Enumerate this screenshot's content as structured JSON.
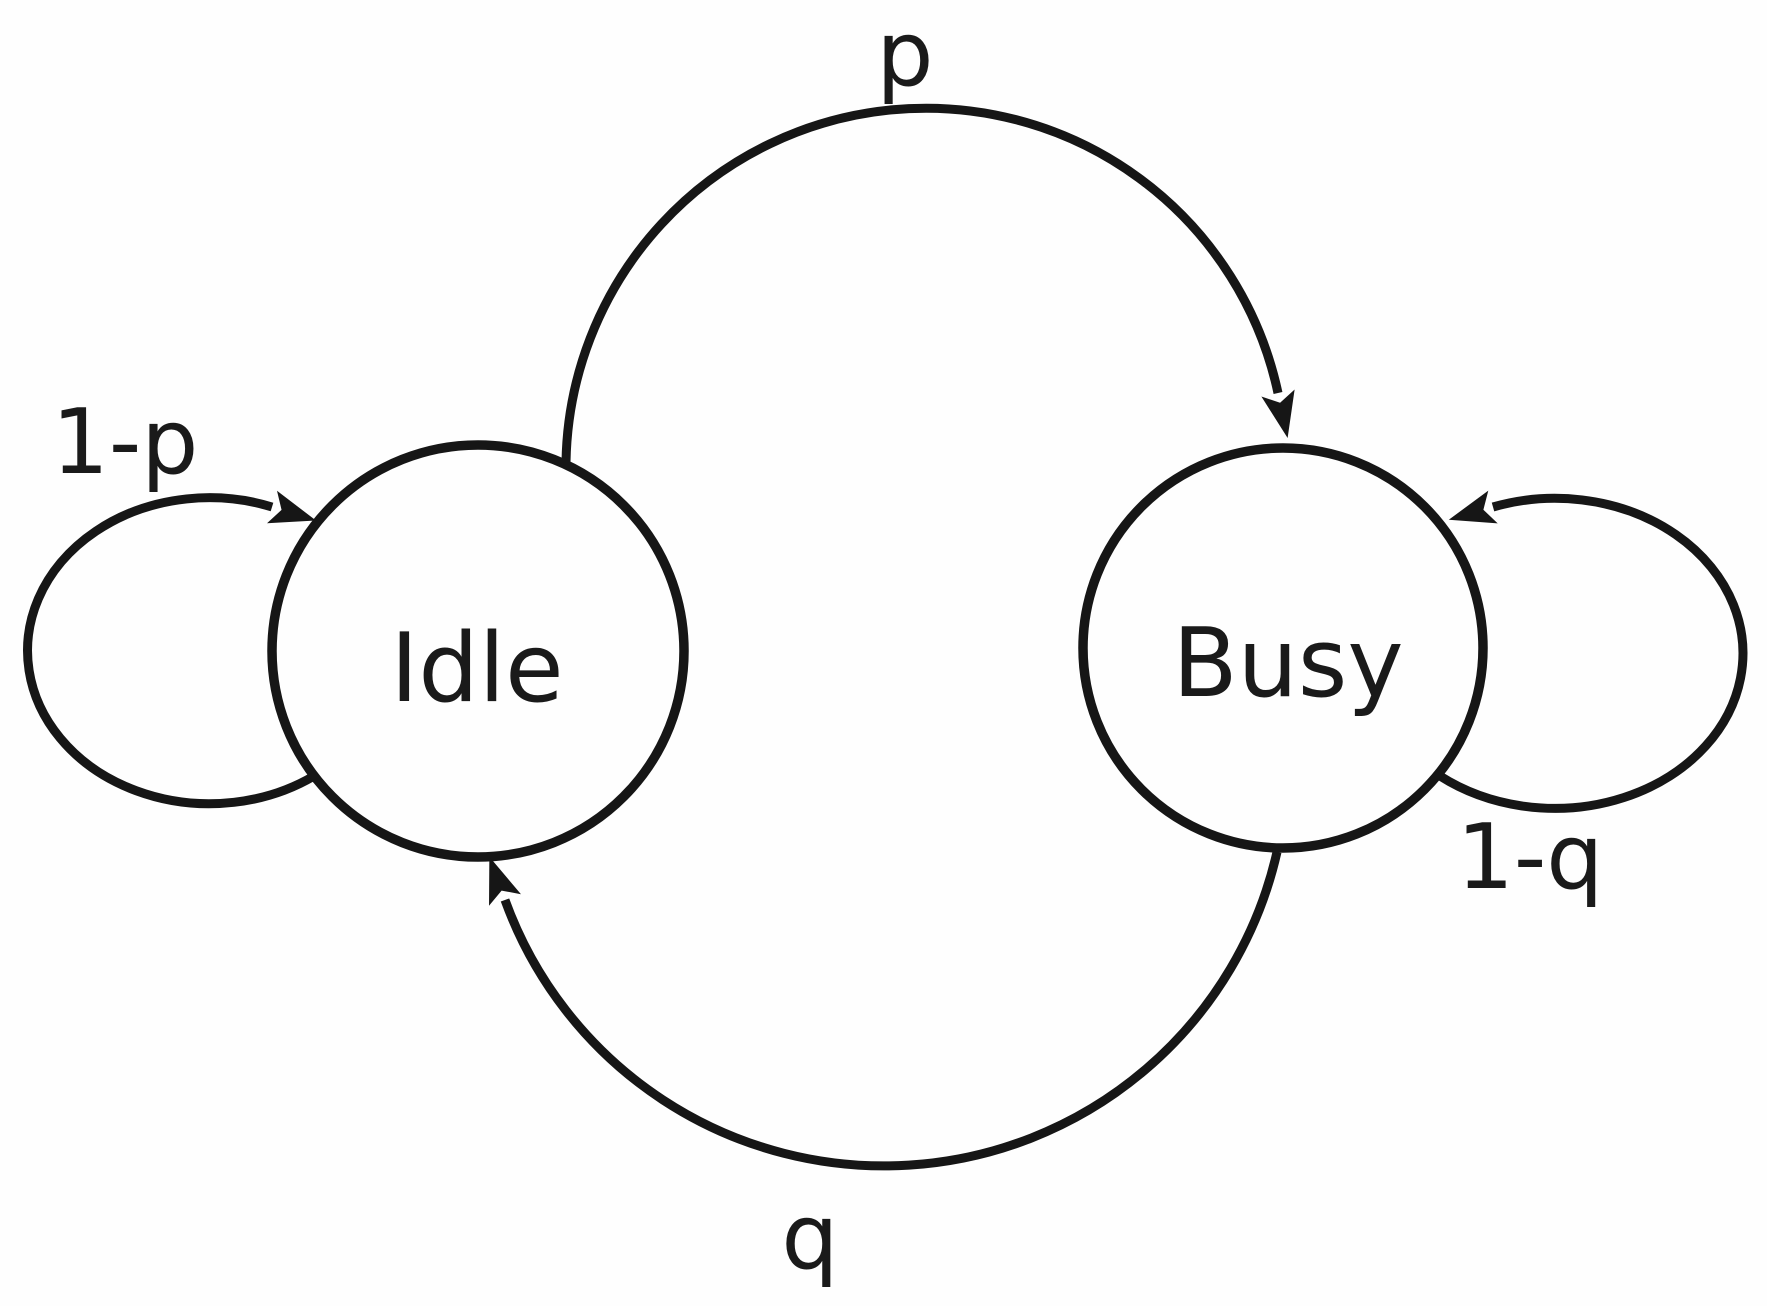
{
  "diagram": {
    "type": "state-transition-diagram",
    "background_color": "#fefefe",
    "line_color": "#161616",
    "states": [
      {
        "id": "idle",
        "label": "Idle"
      },
      {
        "id": "busy",
        "label": "Busy"
      }
    ],
    "transitions": [
      {
        "from": "Idle",
        "to": "Busy",
        "label": "p",
        "shape": "top-arc"
      },
      {
        "from": "Busy",
        "to": "Idle",
        "label": "q",
        "shape": "bottom-arc"
      },
      {
        "from": "Idle",
        "to": "Idle",
        "label": "1-p",
        "shape": "left-self-loop"
      },
      {
        "from": "Busy",
        "to": "Busy",
        "label": "1-q",
        "shape": "right-self-loop"
      }
    ]
  }
}
